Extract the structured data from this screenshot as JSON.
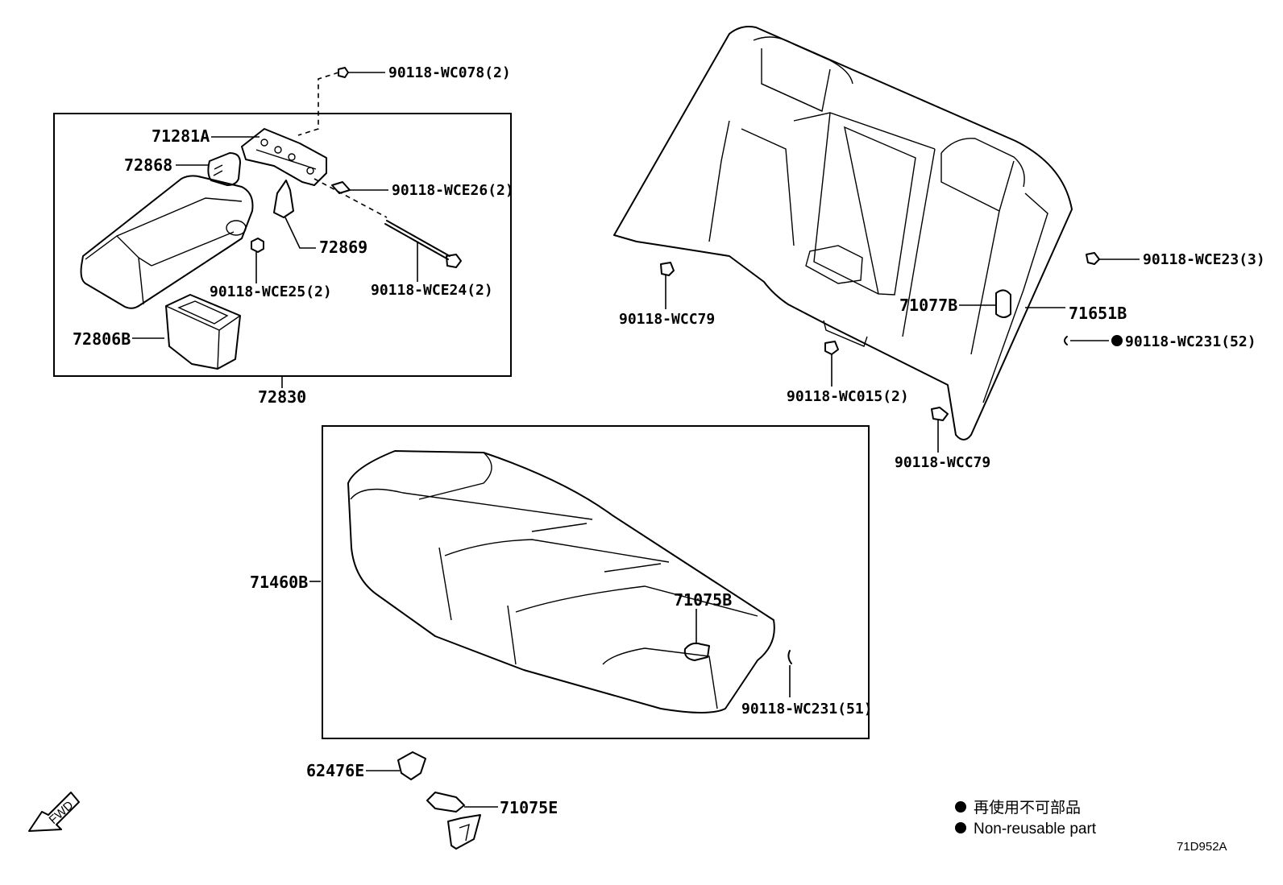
{
  "diagram": {
    "labels": {
      "p90118_wc078": "90118-WC078(2)",
      "p71281a": "71281A",
      "p72868": "72868",
      "p90118_wce26": "90118-WCE26(2)",
      "p72869": "72869",
      "p90118_wce25": "90118-WCE25(2)",
      "p90118_wce24": "90118-WCE24(2)",
      "p72806b": "72806B",
      "p72830": "72830",
      "p90118_wcc79_a": "90118-WCC79",
      "p90118_wce23": "90118-WCE23(3)",
      "p71077b": "71077B",
      "p71651b": "71651B",
      "p90118_wc231_52": "90118-WC231(52)",
      "p90118_wc015": "90118-WC015(2)",
      "p90118_wcc79_b": "90118-WCC79",
      "p71460b": "71460B",
      "p71075b": "71075B",
      "p90118_wc231_51": "90118-WC231(51)",
      "p62476e": "62476E",
      "p71075e": "71075E"
    },
    "fwd": "FWD",
    "legend": {
      "japanese": "再使用不可部品",
      "english": "Non-reusable part"
    },
    "reference": "71D952A"
  }
}
